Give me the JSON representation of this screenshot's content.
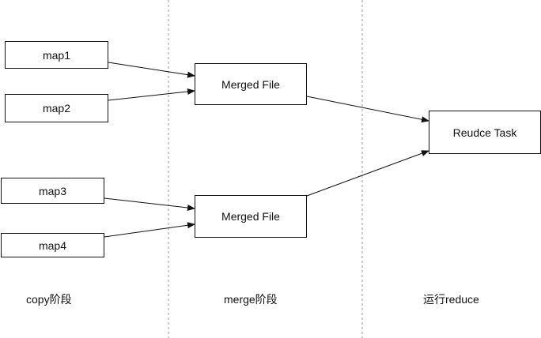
{
  "diagram": {
    "nodes": {
      "map1": "map1",
      "map2": "map2",
      "map3": "map3",
      "map4": "map4",
      "merged1": "Merged File",
      "merged2": "Merged File",
      "reduce": "Reudce Task"
    },
    "phases": {
      "copy": "copy阶段",
      "merge": "merge阶段",
      "reduce": "运行reduce"
    },
    "edges": [
      {
        "from": "map1",
        "to": "merged1"
      },
      {
        "from": "map2",
        "to": "merged1"
      },
      {
        "from": "map3",
        "to": "merged2"
      },
      {
        "from": "map4",
        "to": "merged2"
      },
      {
        "from": "merged1",
        "to": "reduce"
      },
      {
        "from": "merged2",
        "to": "reduce"
      }
    ],
    "colors": {
      "stroke": "#111111",
      "divider": "#9a9a9a",
      "background": "#ffffff"
    }
  }
}
